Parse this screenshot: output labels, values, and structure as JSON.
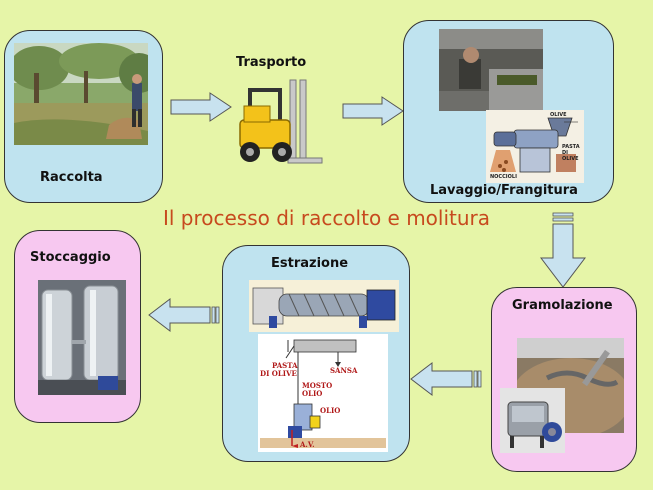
{
  "title": "Il processo di raccolto e molitura",
  "steps": {
    "raccolta": "Raccolta",
    "trasporto": "Trasporto",
    "lavaggio": "Lavaggio/Frangitura",
    "gramolazione": "Gramolazione",
    "estrazione": "Estrazione",
    "stoccaggio": "Stoccaggio"
  },
  "frangitura_labels": {
    "olive": "OLIVE",
    "pasta": "PASTA DI OLIVE",
    "noccioli": "NOCCIOLI"
  },
  "estrazione_labels": {
    "pasta_line1": "PASTA",
    "pasta_line2": "DI OLIVE",
    "sansa": "SANSA",
    "mosto_line1": "MOSTO",
    "mosto_line2": "OLIO",
    "olio": "OLIO",
    "av": "A.V."
  },
  "colors": {
    "background": "#e6f5a8",
    "box_blue": "#bfe3ef",
    "box_pink": "#f7c8f0",
    "title": "#c74a1e",
    "arrow": "#c8e2ef"
  }
}
